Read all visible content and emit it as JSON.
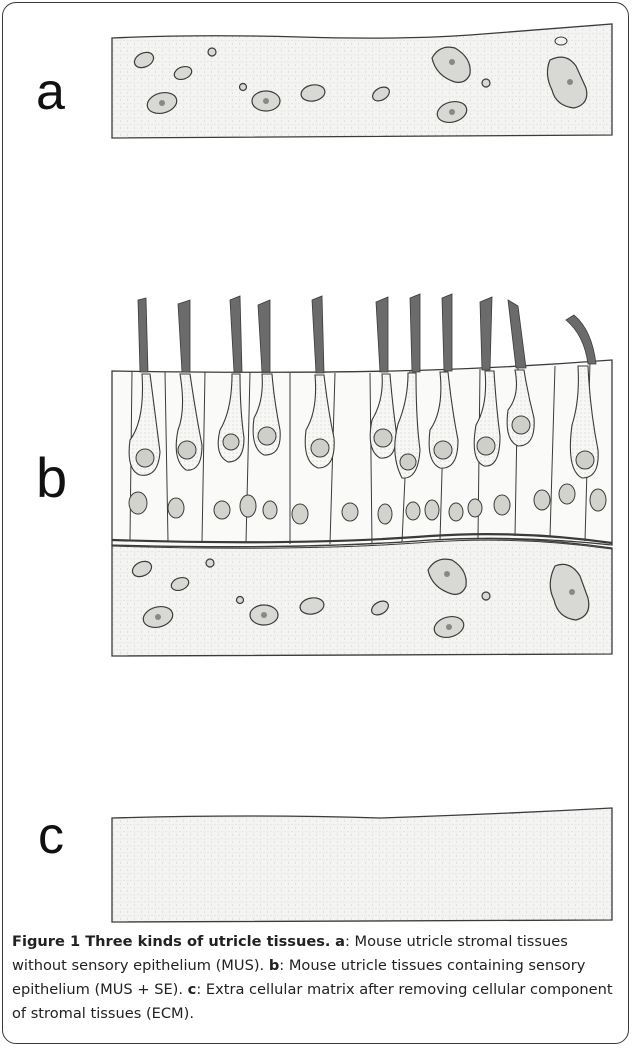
{
  "panels": {
    "a": {
      "label": "a"
    },
    "b": {
      "label": "b"
    },
    "c": {
      "label": "c"
    }
  },
  "caption": {
    "title": "Figure 1 Three kinds of utricle tissues.",
    "a_key": "a",
    "a_text": ": Mouse utricle stromal tissues without sensory epithelium (MUS). ",
    "b_key": "b",
    "b_text": ": Mouse utricle tissues containing sensory epithelium (MUS + SE). ",
    "c_key": "c",
    "c_text": ": Extra cellular matrix after removing cellular component of stromal tissues (ECM)."
  },
  "colors": {
    "stroke": "#3b3b3b",
    "tissue_fill": "#f4f4f2",
    "cell_fill": "#d8d8d4",
    "hair_bundle": "#6b6b6b"
  }
}
